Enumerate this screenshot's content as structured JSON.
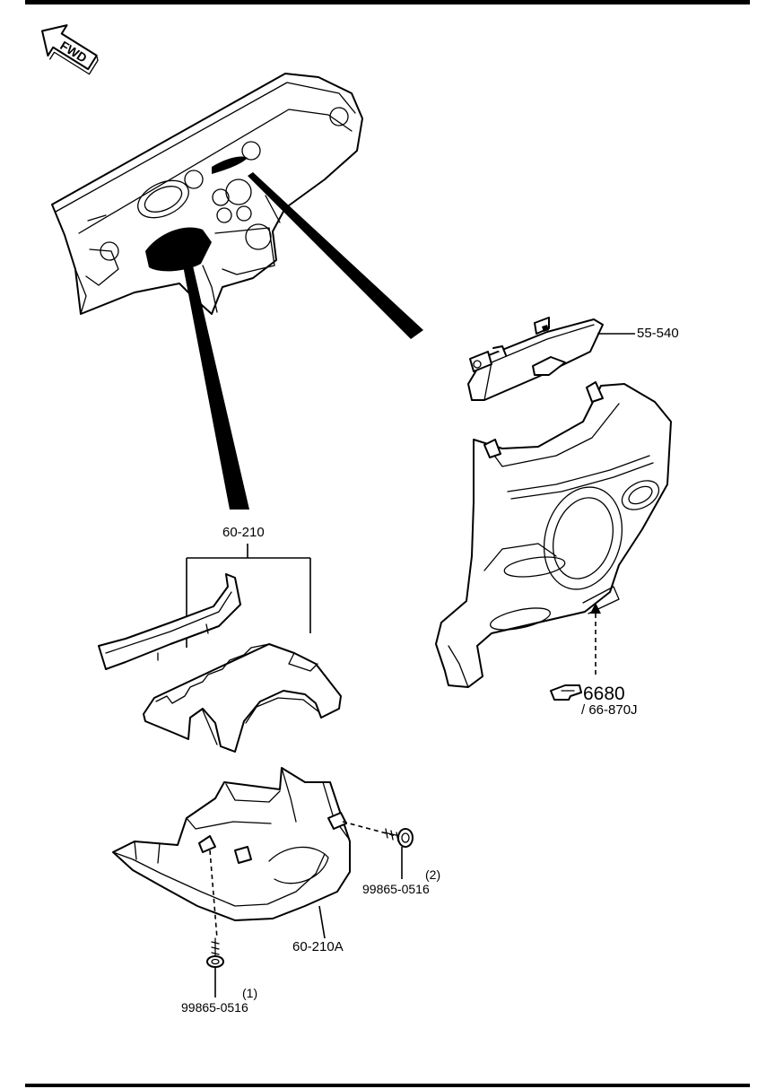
{
  "orientation": {
    "fwd_label": "FWD"
  },
  "parts": {
    "cover_55_540": "55-540",
    "column_cover_set": "60-210",
    "lower_column_cover": "60-210A",
    "screw_right_number": "99865-0516",
    "screw_right_qty": "(2)",
    "screw_left_number": "99865-0516",
    "screw_left_qty": "(1)",
    "ref_main": "6680",
    "ref_sub": "/ 66-870J"
  },
  "icons": {
    "reference": "pointing-hand-icon",
    "direction": "fwd-arrow-icon"
  },
  "colors": {
    "ink": "#000000",
    "paper": "#ffffff"
  }
}
